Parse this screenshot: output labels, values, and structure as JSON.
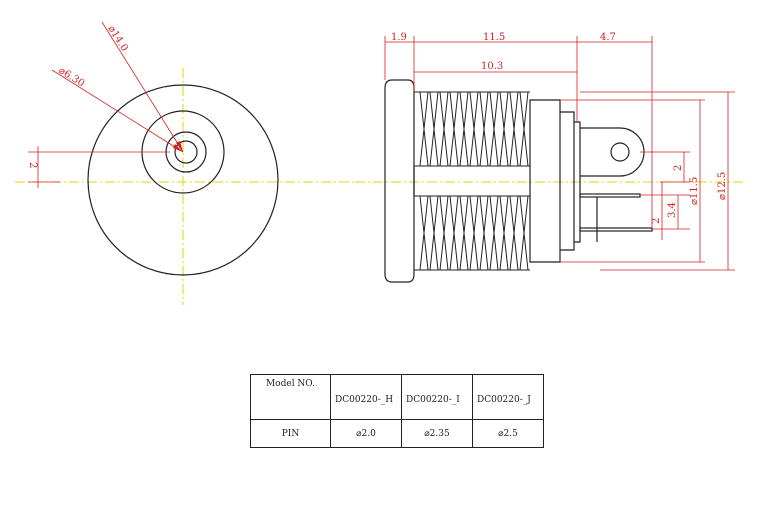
{
  "front_view": {
    "dia_outer": "⌀14.0",
    "dia_inner": "⌀6.30",
    "offset": "2"
  },
  "side_view": {
    "dim_flange": "1.9",
    "dim_body": "11.5",
    "dim_tail": "4.7",
    "dim_thread": "10.3",
    "dim_dia_11_5": "⌀11.5",
    "dim_dia_12_5": "⌀12.5",
    "dim_pin_2_top": "2",
    "dim_pin_3_4": "3.4",
    "dim_pin_2_bottom": "2"
  },
  "table": {
    "header_label": "Model NO.",
    "models": [
      "DC00220-_H",
      "DC00220-_I",
      "DC00220-_J"
    ],
    "row_label": "PIN",
    "pins": [
      "⌀2.0",
      "⌀2.35",
      "⌀2.5"
    ]
  },
  "colors": {
    "dimension": "#d42020",
    "centerline": "#e6d400",
    "outline": "#222222"
  }
}
